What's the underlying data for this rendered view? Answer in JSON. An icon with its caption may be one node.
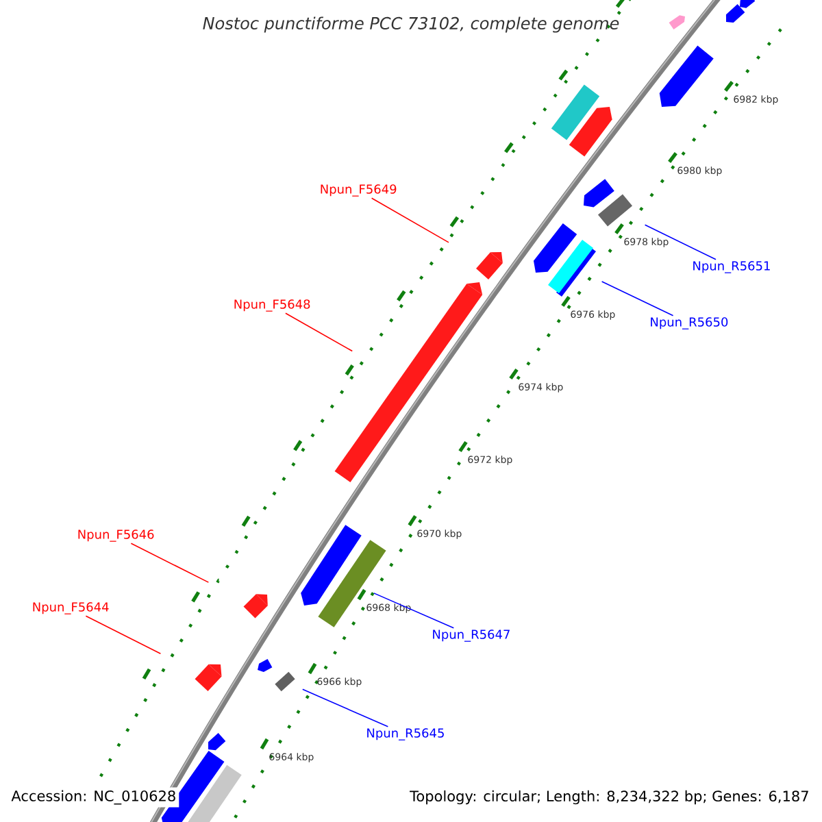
{
  "diagram": {
    "title": "Nostoc punctiforme PCC 73102, complete genome",
    "nodes": [
      {
        "text": [
          "Npun_F5649"
        ]
      },
      {
        "text": [
          "Npun_F5648"
        ]
      },
      {
        "text": [
          "Npun_F5646"
        ]
      },
      {
        "text": [
          "Npun_F5644"
        ]
      },
      {
        "text": [
          "Npun_R5651"
        ]
      },
      {
        "text": [
          "Npun_R5650"
        ]
      },
      {
        "text": [
          "Npun_R5647"
        ]
      },
      {
        "text": [
          "Npun_R5645"
        ]
      },
      {
        "text": [],
        "shape": "bar"
      },
      {
        "text": [],
        "shape": "bar"
      },
      {
        "text": [],
        "shape": "bar"
      },
      {
        "text": [],
        "shape": "bar"
      },
      {
        "text": [],
        "shape": "bar"
      },
      {
        "text": [],
        "shape": "bar"
      },
      {
        "text": [],
        "shape": "bar"
      },
      {
        "text": [],
        "shape": "bar"
      }
    ],
    "edges": [
      {
        "from": 0,
        "to": 8,
        "arrow": "none",
        "color": "#ff0000"
      },
      {
        "from": 1,
        "to": 9,
        "arrow": "none",
        "color": "#ff0000"
      },
      {
        "from": 2,
        "to": 10,
        "arrow": "none",
        "color": "#ff0000"
      },
      {
        "from": 3,
        "to": 11,
        "arrow": "none",
        "color": "#ff0000"
      },
      {
        "from": 4,
        "to": 12,
        "arrow": "none",
        "color": "#0000ff"
      },
      {
        "from": 5,
        "to": 13,
        "arrow": "none",
        "color": "#0000ff"
      },
      {
        "from": 6,
        "to": 14,
        "arrow": "none",
        "color": "#0000ff"
      },
      {
        "from": 7,
        "to": 15,
        "arrow": "none",
        "color": "#0000ff"
      }
    ],
    "labels": [
      "6982 kbp",
      "6980 kbp",
      "6978 kbp",
      "6976 kbp",
      "6974 kbp",
      "6972 kbp",
      "6970 kbp",
      "6968 kbp",
      "6966 kbp",
      "6964 kbp",
      "Accession: NC_010628",
      "Topology: circular; Length: 8,234,322 bp; Genes: 6,187"
    ]
  }
}
